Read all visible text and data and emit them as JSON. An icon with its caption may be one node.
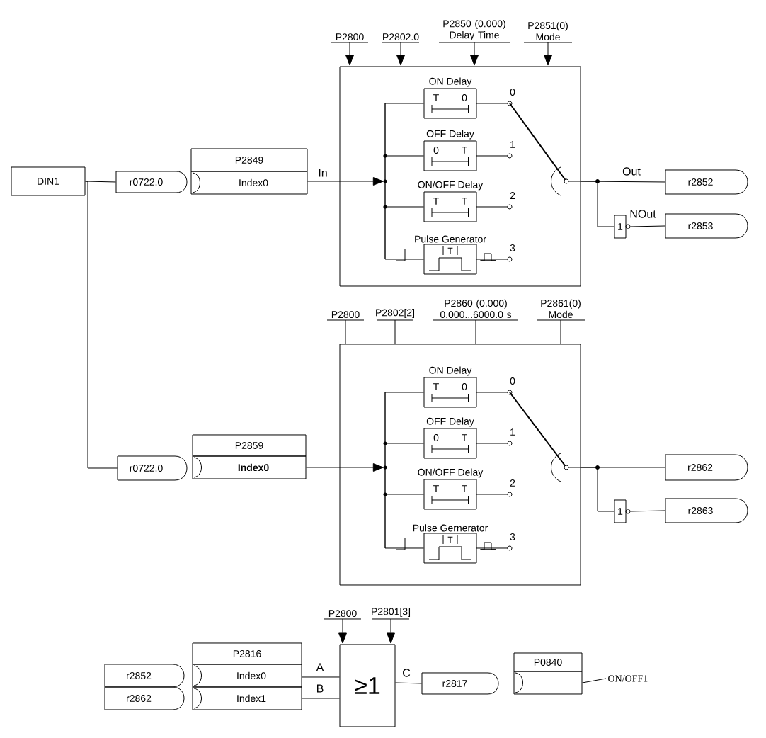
{
  "diagram": {
    "nodes": [
      {
        "text": [
          "DIN1"
        ]
      },
      {
        "text": [
          "r0722.0"
        ]
      },
      {
        "text": [
          "P2849",
          "Index0"
        ]
      },
      {
        "text": [
          "P2800"
        ]
      },
      {
        "text": [
          "P2802.0"
        ]
      },
      {
        "text": [
          "P2850 (0.000) Delay Time"
        ]
      },
      {
        "text": [
          "P2851(0) Mode"
        ]
      },
      {
        "text": [],
        "shape": "box"
      },
      {
        "text": [
          "ON Delay",
          "T",
          "0"
        ],
        "in": 7
      },
      {
        "text": [
          "OFF Delay",
          "0",
          "T"
        ],
        "in": 7
      },
      {
        "text": [
          "ON/OFF Delay",
          "T",
          "T"
        ],
        "in": 7
      },
      {
        "text": [
          "Pulse Generator",
          "T"
        ],
        "in": 7
      },
      {
        "text": [
          "r2852"
        ]
      },
      {
        "text": [
          "1"
        ]
      },
      {
        "text": [
          "r2853"
        ]
      },
      {
        "text": [
          "P2800"
        ]
      },
      {
        "text": [
          "P2802[2]"
        ]
      },
      {
        "text": [
          "P2860 (0.000) 0.000...6000.0 s"
        ]
      },
      {
        "text": [
          "P2861(0) Mode"
        ]
      },
      {
        "text": [
          "r0722.0"
        ]
      },
      {
        "text": [
          "P2859",
          "Index0"
        ]
      },
      {
        "text": [],
        "shape": "box"
      },
      {
        "text": [
          "ON Delay",
          "T",
          "0"
        ],
        "in": 21
      },
      {
        "text": [
          "OFF Delay",
          "0",
          "T"
        ],
        "in": 21
      },
      {
        "text": [
          "ON/OFF Delay",
          "T",
          "T"
        ],
        "in": 21
      },
      {
        "text": [
          "Pulse Gernerator",
          "T"
        ],
        "in": 21
      },
      {
        "text": [
          "r2862"
        ]
      },
      {
        "text": [
          "1"
        ]
      },
      {
        "text": [
          "r2863"
        ]
      },
      {
        "text": [
          "P2800"
        ]
      },
      {
        "text": [
          "P2801[3]"
        ]
      },
      {
        "text": [
          "r2852"
        ]
      },
      {
        "text": [
          "r2862"
        ]
      },
      {
        "text": [
          "P2816",
          "Index0",
          "Index1"
        ]
      },
      {
        "text": [
          "≥1"
        ]
      },
      {
        "text": [
          "r2817"
        ]
      },
      {
        "text": [
          "P0840"
        ]
      },
      {
        "text": [
          "ON/OFF1"
        ]
      },
      {
        "text": [],
        "shape": "bar",
        "in": 7
      },
      {
        "text": [],
        "shape": "bar",
        "in": 21
      }
    ],
    "edges": [
      {
        "from": 0,
        "to": 1,
        "arrow": "none"
      },
      {
        "from": 2,
        "to": 38,
        "arrow": "to",
        "label": "In"
      },
      {
        "from": 3,
        "to": 7,
        "arrow": "to"
      },
      {
        "from": 4,
        "to": 7,
        "arrow": "to"
      },
      {
        "from": 5,
        "to": 7,
        "arrow": "to"
      },
      {
        "from": 6,
        "to": 7,
        "arrow": "to"
      },
      {
        "from": 7,
        "to": 12,
        "arrow": "none",
        "label": "Out"
      },
      {
        "from": 7,
        "to": 13,
        "arrow": "none"
      },
      {
        "from": 13,
        "to": 14,
        "arrow": "none",
        "label": "NOut"
      },
      {
        "from": 0,
        "to": 19,
        "arrow": "none"
      },
      {
        "from": 20,
        "to": 39,
        "arrow": "to"
      },
      {
        "from": 15,
        "to": 21,
        "arrow": "none"
      },
      {
        "from": 16,
        "to": 21,
        "arrow": "none"
      },
      {
        "from": 17,
        "to": 21,
        "arrow": "none"
      },
      {
        "from": 18,
        "to": 21,
        "arrow": "none"
      },
      {
        "from": 21,
        "to": 26,
        "arrow": "none"
      },
      {
        "from": 21,
        "to": 27,
        "arrow": "none"
      },
      {
        "from": 27,
        "to": 28,
        "arrow": "none"
      },
      {
        "from": 29,
        "to": 34,
        "arrow": "to"
      },
      {
        "from": 30,
        "to": 34,
        "arrow": "to"
      },
      {
        "from": 33,
        "to": 34,
        "arrow": "none",
        "label": "A"
      },
      {
        "from": 33,
        "to": 34,
        "arrow": "none",
        "label": "B"
      },
      {
        "from": 34,
        "to": 35,
        "arrow": "none",
        "label": "C"
      },
      {
        "from": 36,
        "to": 37,
        "arrow": "none"
      },
      {
        "from": 38,
        "to": 8,
        "arrow": "none"
      },
      {
        "from": 38,
        "to": 9,
        "arrow": "none"
      },
      {
        "from": 38,
        "to": 10,
        "arrow": "none"
      },
      {
        "from": 38,
        "to": 11,
        "arrow": "none"
      },
      {
        "from": 39,
        "to": 22,
        "arrow": "none"
      },
      {
        "from": 39,
        "to": 23,
        "arrow": "none"
      },
      {
        "from": 39,
        "to": 24,
        "arrow": "none"
      },
      {
        "from": 39,
        "to": 25,
        "arrow": "none"
      }
    ],
    "labels": [
      "0",
      "1",
      "2",
      "3",
      "0",
      "1",
      "2",
      "3"
    ]
  }
}
